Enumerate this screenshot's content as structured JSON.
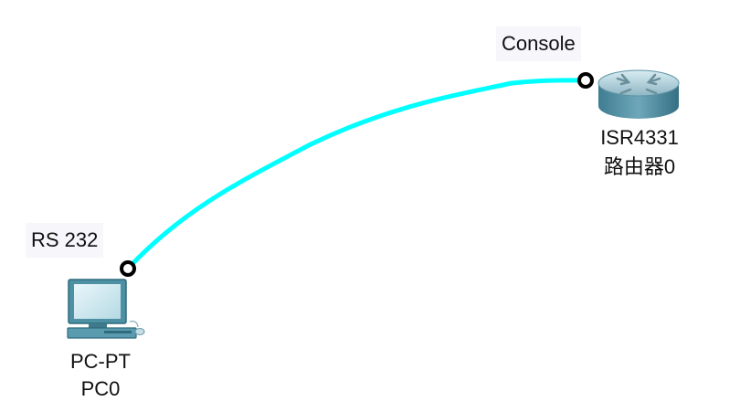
{
  "topology": {
    "devices": [
      {
        "id": "router",
        "model": "ISR4331",
        "name": "路由器0",
        "icon": "router-icon"
      },
      {
        "id": "pc",
        "model": "PC-PT",
        "name": "PC0",
        "icon": "pc-icon"
      }
    ],
    "link": {
      "type": "console-cable",
      "color": "#00ffff",
      "from_port": "RS 232",
      "to_port": "Console"
    }
  }
}
